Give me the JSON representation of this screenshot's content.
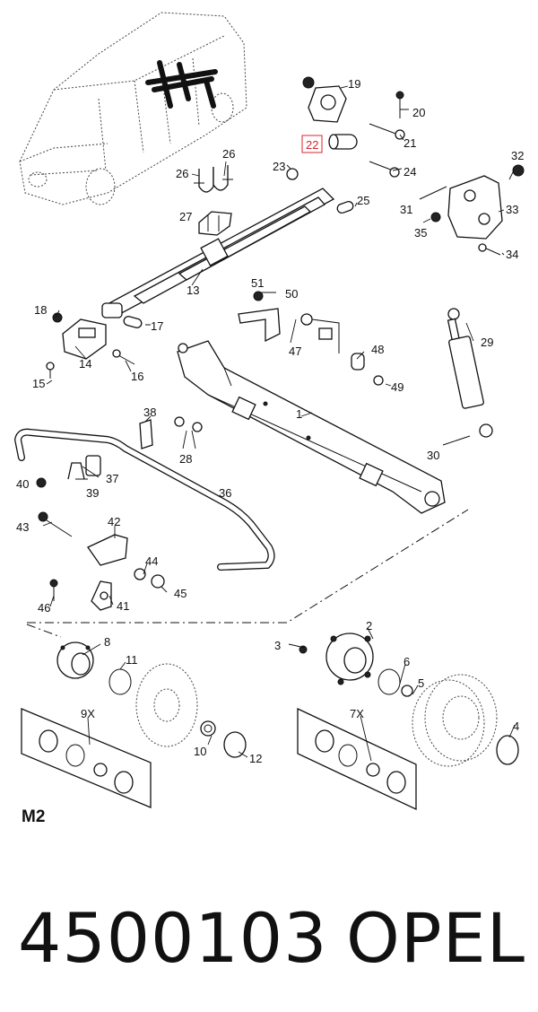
{
  "sheet_label": "M2",
  "footer": {
    "part_number": "4500103",
    "brand": "OPEL"
  },
  "highlight_color": "#d8232a",
  "callouts": {
    "c1": "1",
    "c2": "2",
    "c3": "3",
    "c4": "4",
    "c5": "5",
    "c6": "6",
    "c7x": "7X",
    "c8": "8",
    "c9x": "9X",
    "c10": "10",
    "c11": "11",
    "c12": "12",
    "c13": "13",
    "c14": "14",
    "c15": "15",
    "c16": "16",
    "c17": "17",
    "c18": "18",
    "c19": "19",
    "c20": "20",
    "c21": "21",
    "c22": "22",
    "c23": "23",
    "c24": "24",
    "c25": "25",
    "c26a": "26",
    "c26b": "26",
    "c27": "27",
    "c28": "28",
    "c29": "29",
    "c30": "30",
    "c31": "31",
    "c32": "32",
    "c33": "33",
    "c34": "34",
    "c35": "35",
    "c36": "36",
    "c37": "37",
    "c38": "38",
    "c39": "39",
    "c40": "40",
    "c41": "41",
    "c42": "42",
    "c43": "43",
    "c44": "44",
    "c45": "45",
    "c46": "46",
    "c47": "47",
    "c48": "48",
    "c49": "49",
    "c50": "50",
    "c51": "51"
  }
}
